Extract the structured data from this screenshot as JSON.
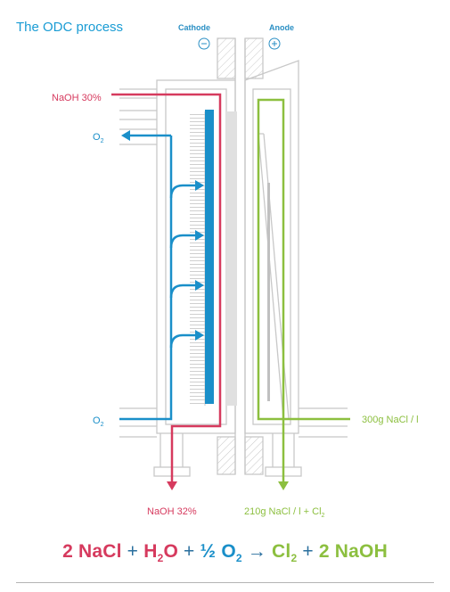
{
  "title": "The ODC process",
  "electrodes": {
    "cathode": {
      "label": "Cathode",
      "sign": "−"
    },
    "anode": {
      "label": "Anode",
      "sign": "+"
    }
  },
  "streams": {
    "naoh_in": "NaOH 30%",
    "o2_out": "O",
    "o2_out_sub": "2",
    "o2_in": "O",
    "o2_in_sub": "2",
    "nacl_in": "300g NaCl / l",
    "naoh_out": "NaOH 32%",
    "nacl_out": "210g NaCl / l + Cl",
    "nacl_out_sub": "2"
  },
  "equation": {
    "nacl": "2 NaCl",
    "plus1": "+",
    "water": "H",
    "water_sub": "2",
    "water_o": "O",
    "plus2": "+",
    "half": "½",
    "oxygen": "O",
    "oxygen_sub": "2",
    "arrow": "→",
    "chlorine": "Cl",
    "chlorine_sub": "2",
    "plus3": "+",
    "naoh": "2 NaOH"
  },
  "colors": {
    "title": "#1a9cd4",
    "electrode_label": "#2a8fc4",
    "naoh": "#d63a5e",
    "oxygen": "#1a8fc9",
    "brine": "#8cbf3f",
    "structure": "#c8c8c8",
    "membrane": "#d9d9d9"
  }
}
